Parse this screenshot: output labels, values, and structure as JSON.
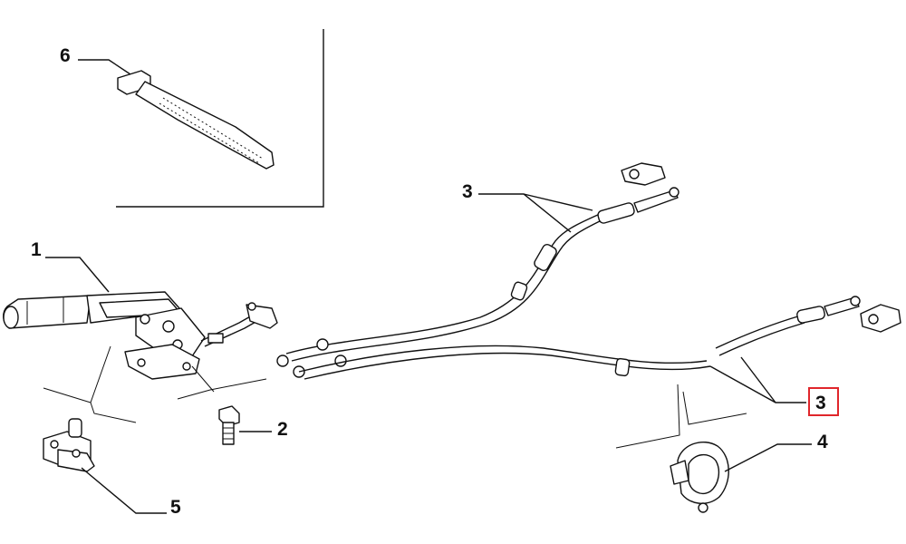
{
  "callouts": [
    {
      "id": "1",
      "label": "1"
    },
    {
      "id": "2",
      "label": "2"
    },
    {
      "id": "3a",
      "label": "3"
    },
    {
      "id": "3b",
      "label": "3",
      "highlighted": true
    },
    {
      "id": "4",
      "label": "4"
    },
    {
      "id": "5",
      "label": "5"
    },
    {
      "id": "6",
      "label": "6"
    }
  ],
  "highlight_color": "#e0262b"
}
